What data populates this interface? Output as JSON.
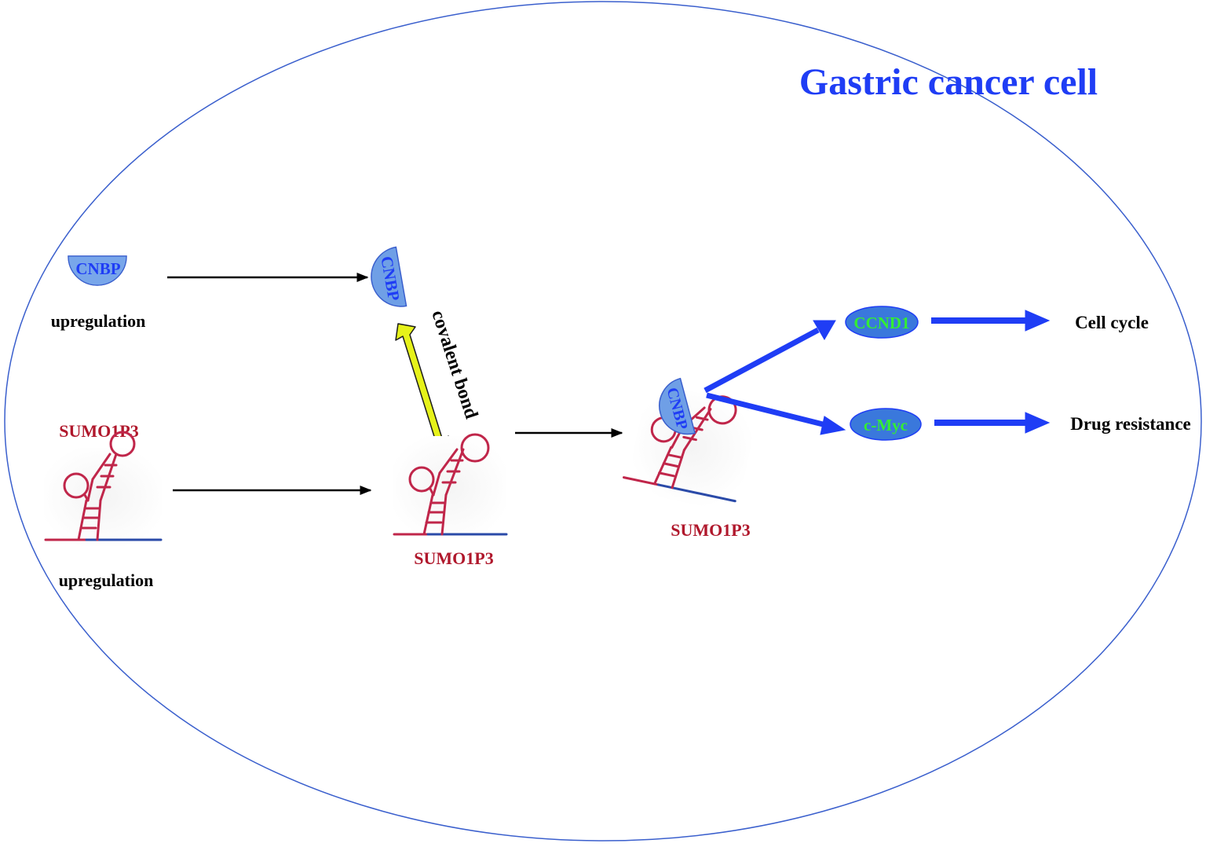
{
  "title": "Gastric cancer cell",
  "proteins": {
    "cnbp": "CNBP",
    "ccnd1": "CCND1",
    "cmyc": "c-Myc"
  },
  "rna": {
    "name": "SUMO1P3"
  },
  "labels": {
    "upregulation_top": "upregulation",
    "upregulation_bottom": "upregulation",
    "covalent_bond": "covalent bond",
    "cell_cycle": "Cell cycle",
    "drug_resistance": "Drug resistance"
  },
  "colors": {
    "cell_border": "#3a5fcd",
    "title": "#1f3df5",
    "protein_fill": "#6f9fe6",
    "protein_text": "#1f3df5",
    "target_text": "#33ee33",
    "rna_stroke": "#c0264a",
    "rna_label": "#b0182c",
    "bond_arrow": "#e6f21a",
    "pathway_arrow": "#1f3df5"
  }
}
